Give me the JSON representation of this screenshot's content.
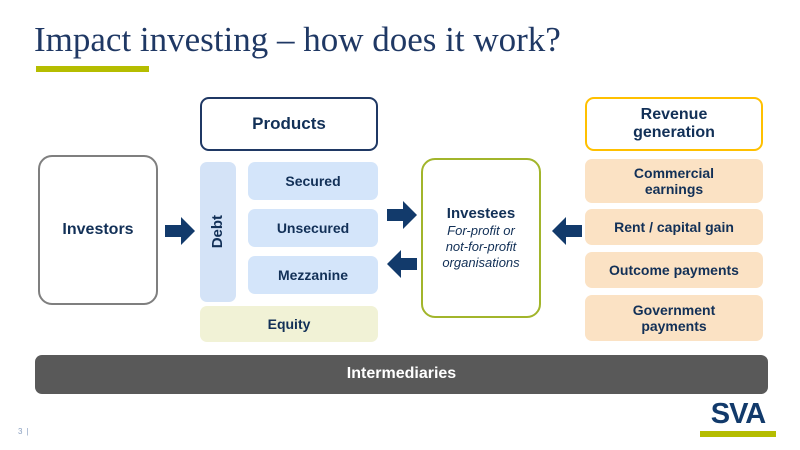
{
  "slide": {
    "title": "Impact investing – how does it work?",
    "page_number": "3 |",
    "colors": {
      "navy": "#1F3864",
      "text_navy": "#123057",
      "olive": "#B5BD00",
      "investees_border": "#A2B52B",
      "revenue_border": "#FFC000",
      "debt_blue": "#D4E3F7",
      "product_blue": "#D4E5FA",
      "equity_cream": "#F1F2D6",
      "revenue_peach": "#FBE2C4",
      "intermediaries_gray": "#595959",
      "investors_border": "#7F7F7F"
    }
  },
  "investors": {
    "label": "Investors"
  },
  "products": {
    "header": "Products",
    "debt_label": "Debt",
    "debt_items": [
      {
        "label": "Secured"
      },
      {
        "label": "Unsecured"
      },
      {
        "label": "Mezzanine"
      }
    ],
    "equity_label": "Equity"
  },
  "investees": {
    "title": "Investees",
    "subtitle_lines": [
      "For-profit  or",
      "not-for-profit",
      "organisations"
    ]
  },
  "revenue": {
    "header_line_1": "Revenue",
    "header_line_2": "generation",
    "items": [
      {
        "line_1": "Commercial",
        "line_2": "earnings"
      },
      {
        "line_1": "Rent / capital gain",
        "line_2": ""
      },
      {
        "line_1": "Outcome payments",
        "line_2": ""
      },
      {
        "line_1": "Government",
        "line_2": "payments"
      }
    ]
  },
  "intermediaries": {
    "label": "Intermediaries"
  },
  "arrows": [
    {
      "name": "investors-to-products",
      "direction": "right"
    },
    {
      "name": "products-to-investees",
      "direction": "right"
    },
    {
      "name": "investees-to-products",
      "direction": "left"
    },
    {
      "name": "revenue-to-investees",
      "direction": "left"
    }
  ],
  "logo": {
    "text": "SVA"
  }
}
